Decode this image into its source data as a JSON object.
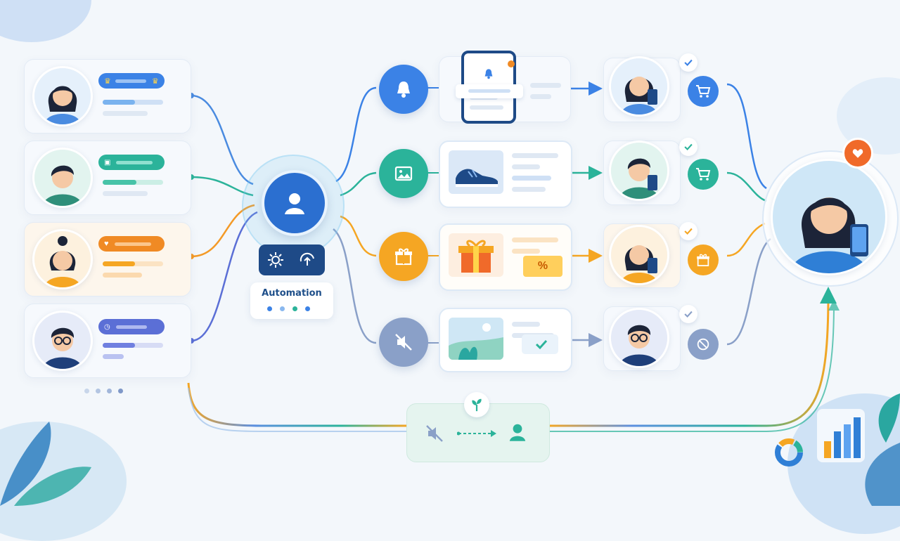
{
  "hub": {
    "label": "Automation",
    "icon": "user-icon",
    "tools": [
      "gear-icon",
      "refresh-upload-icon"
    ]
  },
  "segments": [
    {
      "avatar": "woman-avatar",
      "badge_icon": "crown-icon",
      "color": "#4a8be0"
    },
    {
      "avatar": "man-avatar",
      "badge_icon": "id-card-icon",
      "color": "#2bb39a"
    },
    {
      "avatar": "woman-bun-avatar",
      "badge_icon": "heart-icon",
      "color": "#f39a27"
    },
    {
      "avatar": "man-glasses-avatar",
      "badge_icon": "clock-icon",
      "color": "#5b6fd6"
    }
  ],
  "channels": [
    {
      "icon": "bell-icon",
      "content": "mobile-notification",
      "color": "#3b82e6"
    },
    {
      "icon": "image-icon",
      "content": "sneaker-product",
      "color": "#2bb39a"
    },
    {
      "icon": "gift-icon",
      "content": "gift-discount",
      "color": "#f5a623"
    },
    {
      "icon": "mute-icon",
      "content": "landscape-check",
      "color": "#8aa0c8"
    }
  ],
  "discount_label": "%",
  "outcomes": [
    {
      "status_icon": "check-icon",
      "action_icon": "cart-icon",
      "color": "#3b82e6"
    },
    {
      "status_icon": "check-icon",
      "action_icon": "cart-icon",
      "color": "#2bb39a"
    },
    {
      "status_icon": "check-icon",
      "action_icon": "gift-icon",
      "color": "#f5a623"
    },
    {
      "status_icon": "check-icon",
      "action_icon": "blocked-icon",
      "color": "#8aa0c8"
    }
  ],
  "result": {
    "avatar": "happy-customer-avatar",
    "badge_icon": "heart-icon"
  },
  "feedback_loop": {
    "icons": [
      "mute-icon",
      "arrow-icon",
      "user-icon"
    ],
    "top_icon": "sprout-icon"
  },
  "colors": {
    "blue": "#3b82e6",
    "teal": "#2bb39a",
    "orange": "#f5a623",
    "slate": "#8aa0c8",
    "navy": "#1e4f8a"
  }
}
